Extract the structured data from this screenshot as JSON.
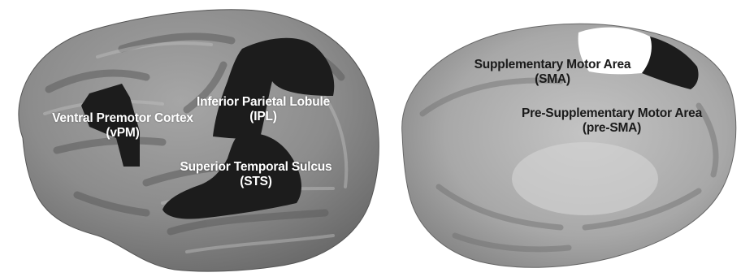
{
  "lateral_view": {
    "regions": {
      "vpm": {
        "name": "Ventral Premotor Cortex",
        "abbr": "(vPM)"
      },
      "ipl": {
        "name": "Inferior Parietal Lobule",
        "abbr": "(IPL)"
      },
      "sts": {
        "name": "Superior Temporal Sulcus",
        "abbr": "(STS)"
      }
    }
  },
  "medial_view": {
    "regions": {
      "sma": {
        "name": "Supplementary Motor Area",
        "abbr": "(SMA)"
      },
      "presma": {
        "name": "Pre-Supplementary Motor Area",
        "abbr": "(pre-SMA)"
      }
    }
  },
  "colors": {
    "cortex": "#8a8a8a",
    "cortex_light": "#b4b4b4",
    "sulcus": "#5e5e5e",
    "highlight_dark": "#1c1c1c",
    "highlight_white": "#ffffff",
    "label_light": "#ffffff",
    "label_dark": "#1a1a1a"
  }
}
